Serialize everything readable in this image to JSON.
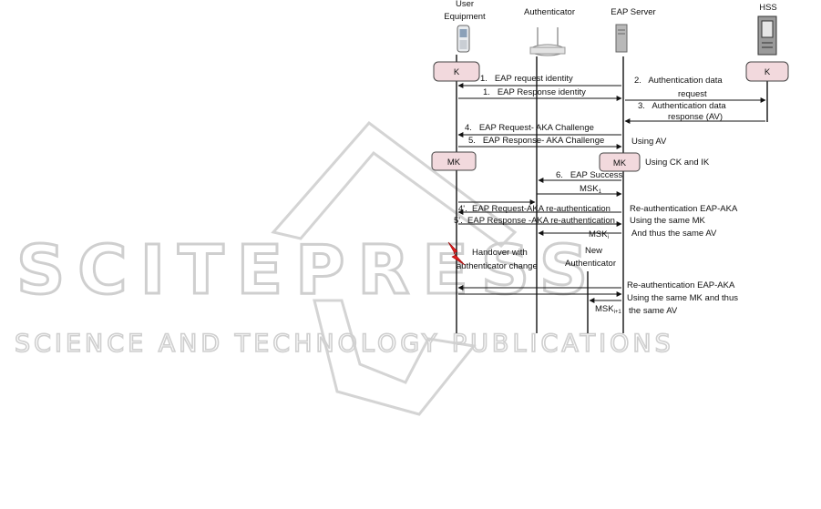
{
  "entities": {
    "ue": "User Equipment",
    "authenticator": "Authenticator",
    "eap_server": "EAP Server",
    "hss": "HSS",
    "new_authenticator": "New Authenticator"
  },
  "key_boxes": {
    "k_ue": "K",
    "k_hss": "K",
    "mk_ue": "MK",
    "mk_server": "MK"
  },
  "messages": {
    "m1": "1.   EAP request identity",
    "m1b": "1.   EAP Response identity",
    "m2a": "2.   Authentication data",
    "m2b": "request",
    "m3a": "3.   Authentication data",
    "m3b": "response (AV)",
    "m4": "4.   EAP Request- AKA Challenge",
    "m5": "5.   EAP Response- AKA Challenge",
    "using_av": "Using AV",
    "using_ck_ik": "Using CK and IK",
    "m6": "6.   EAP Success",
    "msk1": "MSK",
    "msk1_sub": "1",
    "m4p": "4'.  EAP Request-AKA re-authentication",
    "m5p": "5'.  EAP Response -AKA re-authentication",
    "reauth1": "Re-authentication EAP-AKA",
    "same_mk": "Using the same MK",
    "same_av": "And thus the same AV",
    "msk_i": "MSK",
    "msk_i_sub": "i",
    "handover1": "Handover with",
    "handover2": "authenticator change",
    "reauth2": "Re-authentication EAP-AKA",
    "same_mk2": "Using the same MK and thus",
    "same_av2": "the same AV",
    "msk_i1": "MSK",
    "msk_i1_sub": "i+1"
  },
  "watermark": {
    "line1": "SCITEPRESS",
    "line2": "SCIENCE AND TECHNOLOGY PUBLICATIONS"
  },
  "colors": {
    "key_box_fill": "#f2d9dd",
    "key_box_stroke": "#444444",
    "lightning": "#e02020",
    "watermark": "#cfcfcf"
  }
}
